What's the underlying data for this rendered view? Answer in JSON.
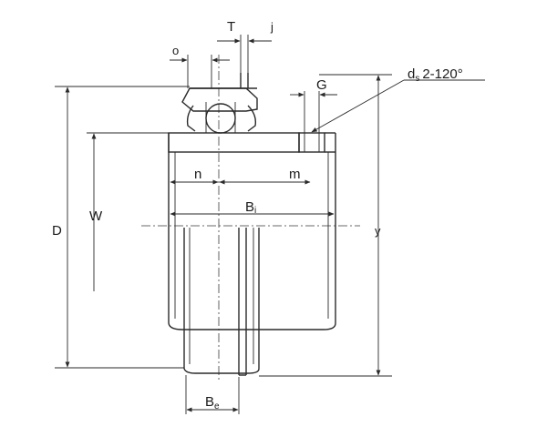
{
  "labels": {
    "T": "T",
    "j": "j",
    "o": "o",
    "G": "G",
    "ds_main": "d",
    "ds_sub": "s",
    "ds_spec": "2-120°",
    "D": "D",
    "W": "W",
    "y": "y",
    "n": "n",
    "m": "m",
    "Bi_main": "B",
    "Bi_sub": "i",
    "Be_main": "B",
    "Be_sub": "e"
  },
  "colors": {
    "line": "#2a2a2a",
    "hatch": "#444444",
    "background": "#ffffff"
  }
}
